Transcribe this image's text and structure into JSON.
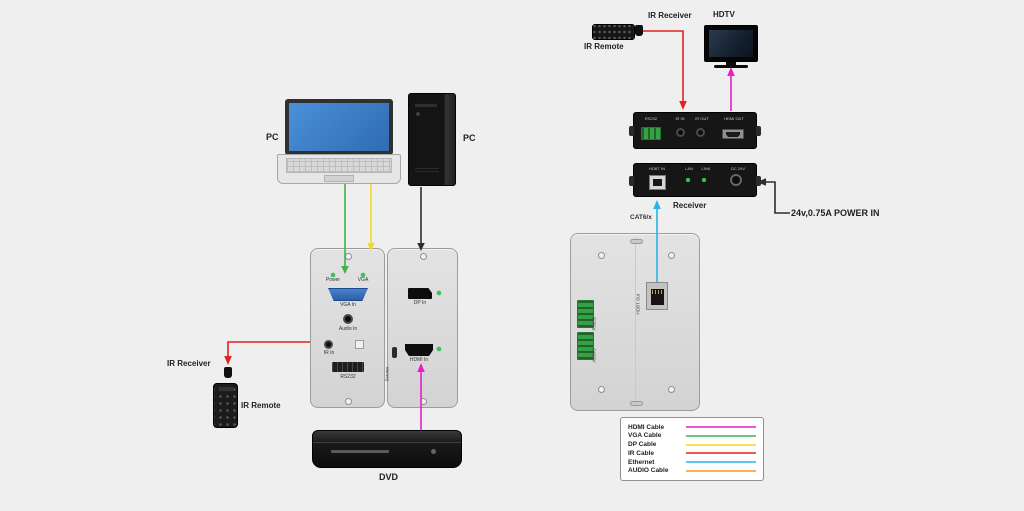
{
  "canvas": {
    "background": "#efeff0"
  },
  "colors": {
    "hdmi": "#e81ec8",
    "vga": "#3cb44a",
    "dp": "#f0dc1e",
    "ir": "#e02222",
    "ethernet": "#29b2e6",
    "audio": "#f59a1e",
    "wire": "#2e2e2e"
  },
  "labels": {
    "laptop_pc": "PC",
    "desktop_pc": "PC",
    "dvd": "DVD",
    "ir_receiver_left": "IR Receiver",
    "ir_remote_left": "IR Remote",
    "ir_receiver_right": "IR Receiver",
    "ir_remote_right": "IR Remote",
    "hdtv": "HDTV",
    "receiver": "Receiver",
    "power_in": "24v,0.75A POWER IN",
    "cat6": "CAT6/x"
  },
  "tx_plate": {
    "led_power": "Power",
    "led_vga": "VGA",
    "vga_in": "VGA In",
    "audio_in": "Audio In",
    "ir_in": "IR In",
    "rs232": "RS232",
    "dp_in": "DP In",
    "hdmi_in": "HDMI In",
    "service": "Service"
  },
  "receiver_box": {
    "top_ports": {
      "rs232": "RS232",
      "ir_in": "IR IN",
      "ir_out": "IR OUT",
      "hdmi_out": "HDMI OUT"
    },
    "bottom_ports": {
      "hdbt_in": "HDBT IN",
      "lan": "LAN",
      "link": "LINK",
      "dc": "DC 24V"
    }
  },
  "rear_plate": {
    "rj45": "HDBT Out",
    "terminal_top": "RS232",
    "terminal_bottom": "AUDIO"
  },
  "legend": {
    "labels": [
      "HDMI Cable",
      "VGA Cable",
      "DP Cable",
      "IR Cable",
      "Ethernet",
      "AUDIO Cable"
    ]
  }
}
